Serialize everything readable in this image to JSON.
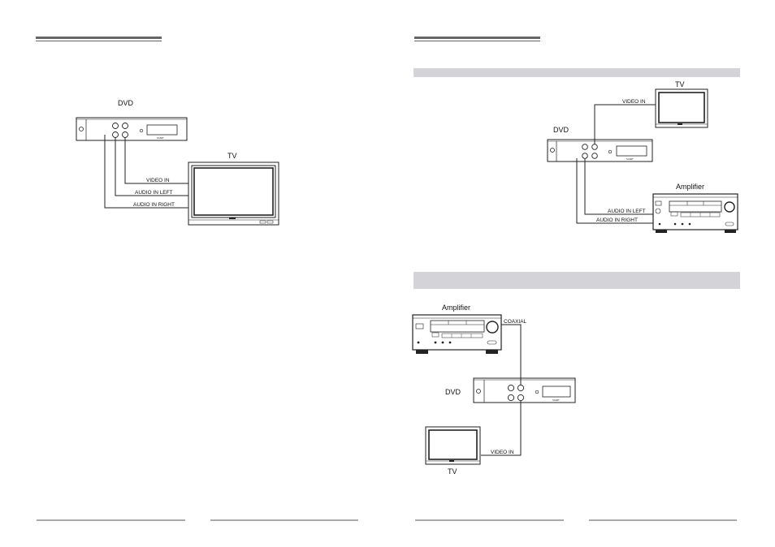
{
  "labels": {
    "dvd": "DVD",
    "tv": "TV",
    "amplifier": "Amplifier",
    "video_in": "VIDEO IN",
    "audio_in_left": "AUDIO IN  LEFT",
    "audio_in_right": "AUDIO IN  RIGHT",
    "coaxial": "COAXIAL",
    "scart": "SCART"
  },
  "colors": {
    "line": "#222222",
    "section_bar": "#d3d3d8",
    "rule": "#555555"
  }
}
